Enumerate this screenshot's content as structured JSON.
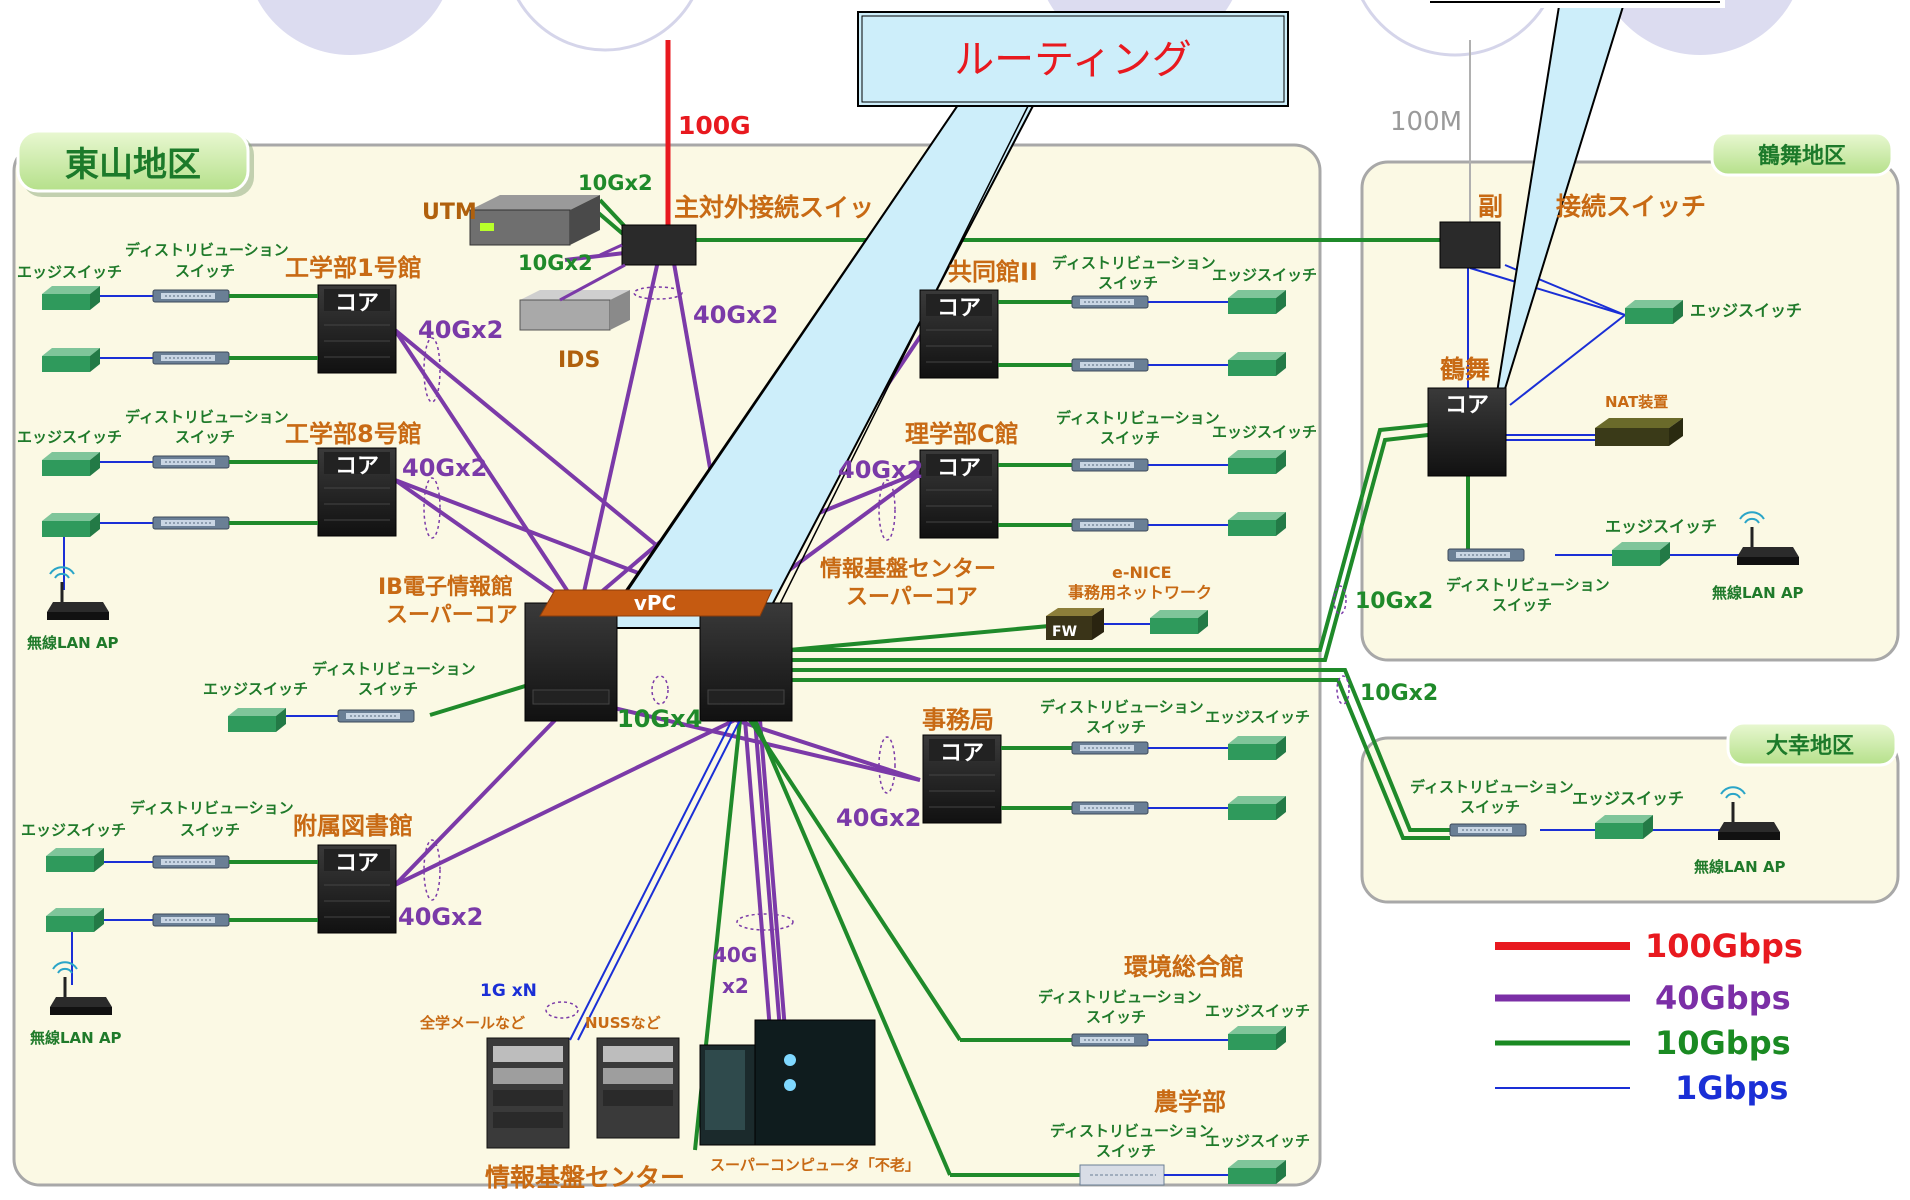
{
  "callout_text": "ルーティング",
  "label_100g": "100G",
  "label_100m": "100M",
  "regions": {
    "higashiyama": "東山地区",
    "tsurumai": "鶴舞地区",
    "daiko": "大幸地区"
  },
  "devices": {
    "utm": "UTM",
    "ids": "IDS",
    "main_ext_switch": "主対外接続スイッ",
    "sub_ext_switch_a": "副",
    "sub_ext_switch_b": "接続スイッチ",
    "tsurumai_core_label": "鶴舞",
    "vpc": "vPC",
    "fw": "FW",
    "nat": "NAT装置"
  },
  "buildings": {
    "eng1": "工学部1号館",
    "eng8": "工学部8号館",
    "kyodo2": "共同館II",
    "rigaku_c": "理学部C館",
    "ib": "IB電子情報館",
    "ib_sub": "スーパーコア",
    "itc": "情報基盤センター",
    "itc_sub": "スーパーコア",
    "jimu": "事務局",
    "library": "附属図書館",
    "kankyo": "環境総合館",
    "nogaku": "農学部",
    "itc_bottom": "情報基盤センター"
  },
  "common": {
    "core": "コア",
    "edge": "エッジスイッチ",
    "dist_1": "ディストリビューション",
    "dist_2": "スイッチ",
    "wlan": "無線LAN AP"
  },
  "links": {
    "g10x2": "10Gx2",
    "g40x2": "40Gx2",
    "g10x4": "10Gx4",
    "g40": "40G",
    "x2": "x2",
    "g1xn": "1G xN"
  },
  "enice_1": "e-NICE",
  "enice_2": "事務用ネットワーク",
  "servers": {
    "mail": "全学メールなど",
    "nuss": "NUSSなど",
    "super": "スーパーコンピュータ「不老」"
  },
  "legend": [
    {
      "label": "100Gbps",
      "color": "#e8191f"
    },
    {
      "label": "40Gbps",
      "color": "#7b2fa6"
    },
    {
      "label": "10Gbps",
      "color": "#1a8a22"
    },
    {
      "label": "1Gbps",
      "color": "#1a2fd6"
    }
  ],
  "colors": {
    "link_100g": "#e8191f",
    "link_40g": "#7b3aa8",
    "link_10g": "#1f8a2a",
    "link_1g": "#1a2fd6",
    "region_fill": "#fbf9e4",
    "callout_fill": "#cdeefa"
  }
}
